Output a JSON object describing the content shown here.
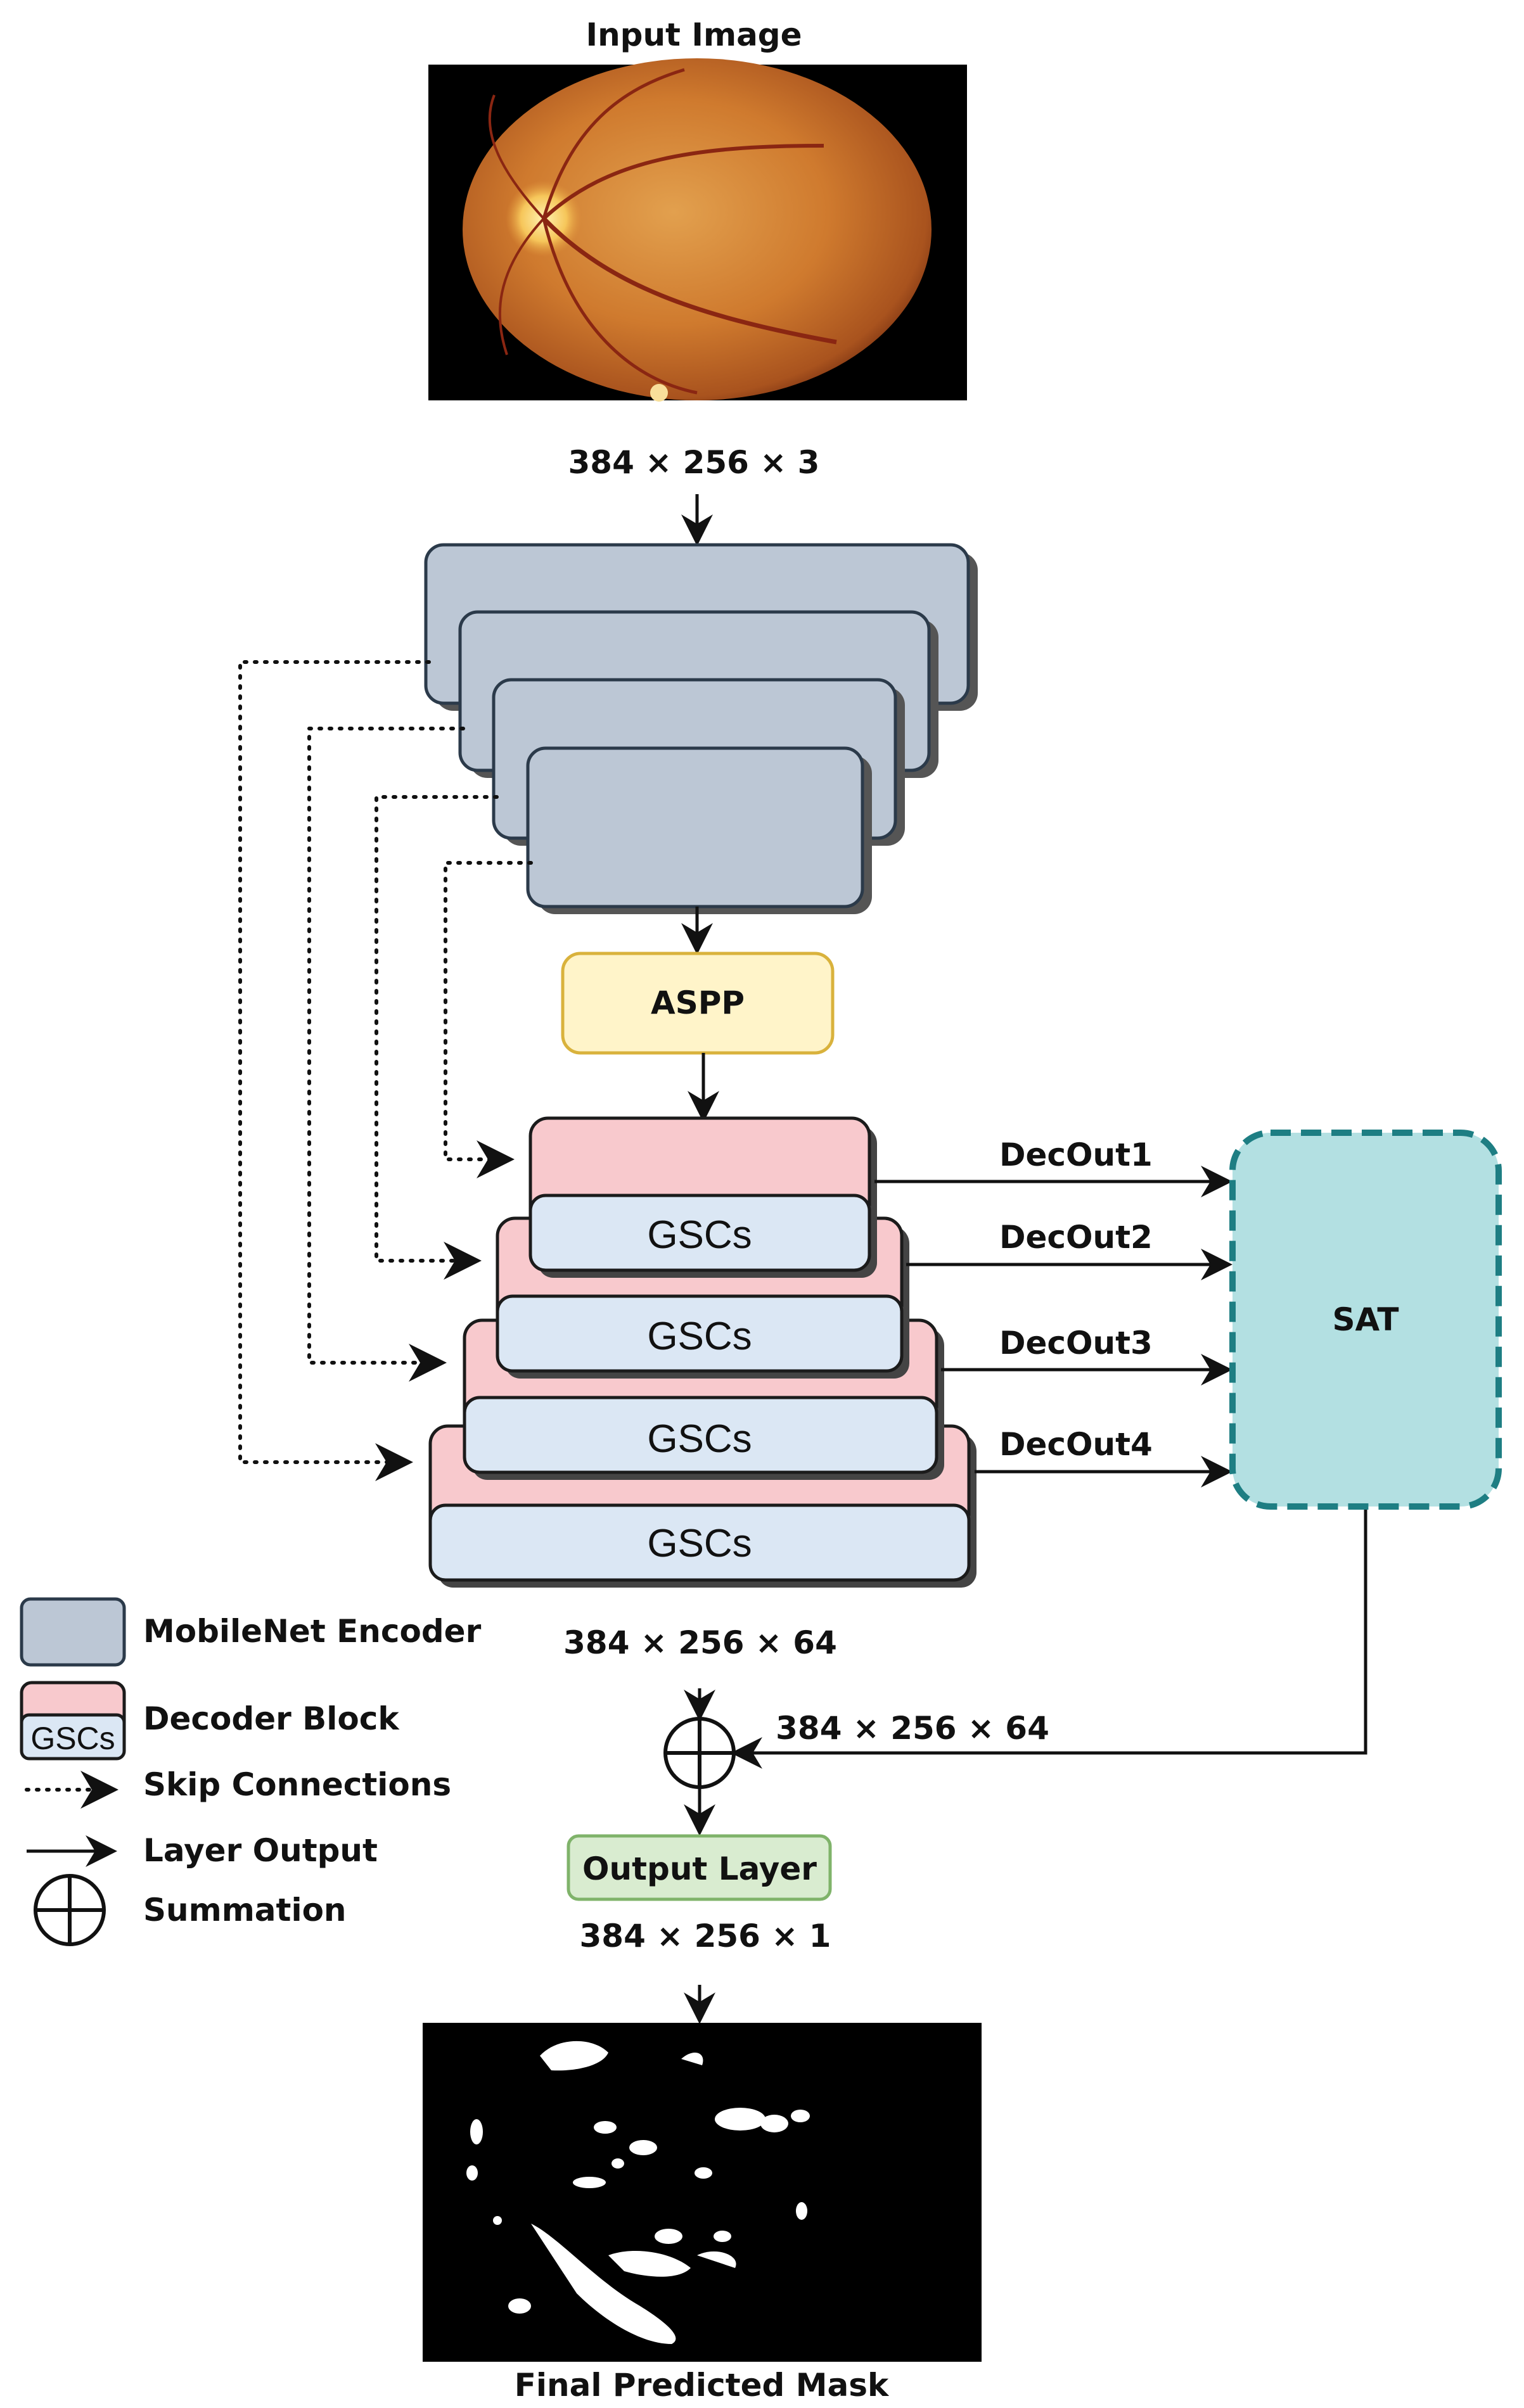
{
  "input": {
    "title": "Input Image",
    "dims": "384 × 256 × 3"
  },
  "encoder": {
    "name": "MobileNet Encoder"
  },
  "aspp": {
    "label": "ASPP"
  },
  "decoder": {
    "gsc_label": "GSCs",
    "outputs": [
      "DecOut1",
      "DecOut2",
      "DecOut3",
      "DecOut4"
    ]
  },
  "sat": {
    "label": "SAT"
  },
  "dims_decoder": "384 × 256 × 64",
  "dims_sat": "384 × 256 × 64",
  "output_layer": {
    "label": "Output Layer",
    "dims": "384 × 256 × 1"
  },
  "final": {
    "title": "Final Predicted Mask"
  },
  "legend": {
    "encoder": "MobileNet Encoder",
    "decoder": "Decoder Block",
    "gsc": "GSCs",
    "skip": "Skip Connections",
    "layer_output": "Layer Output",
    "summation": "Summation"
  },
  "colors": {
    "encoder": "#bcc7d5",
    "aspp": "#fff4c9",
    "decoder_top": "#f8c9cd",
    "gsc": "#dbe7f4",
    "sat": "#b3e0e2",
    "sat_border": "#1e7e83",
    "output_layer": "#d9ecd0"
  }
}
